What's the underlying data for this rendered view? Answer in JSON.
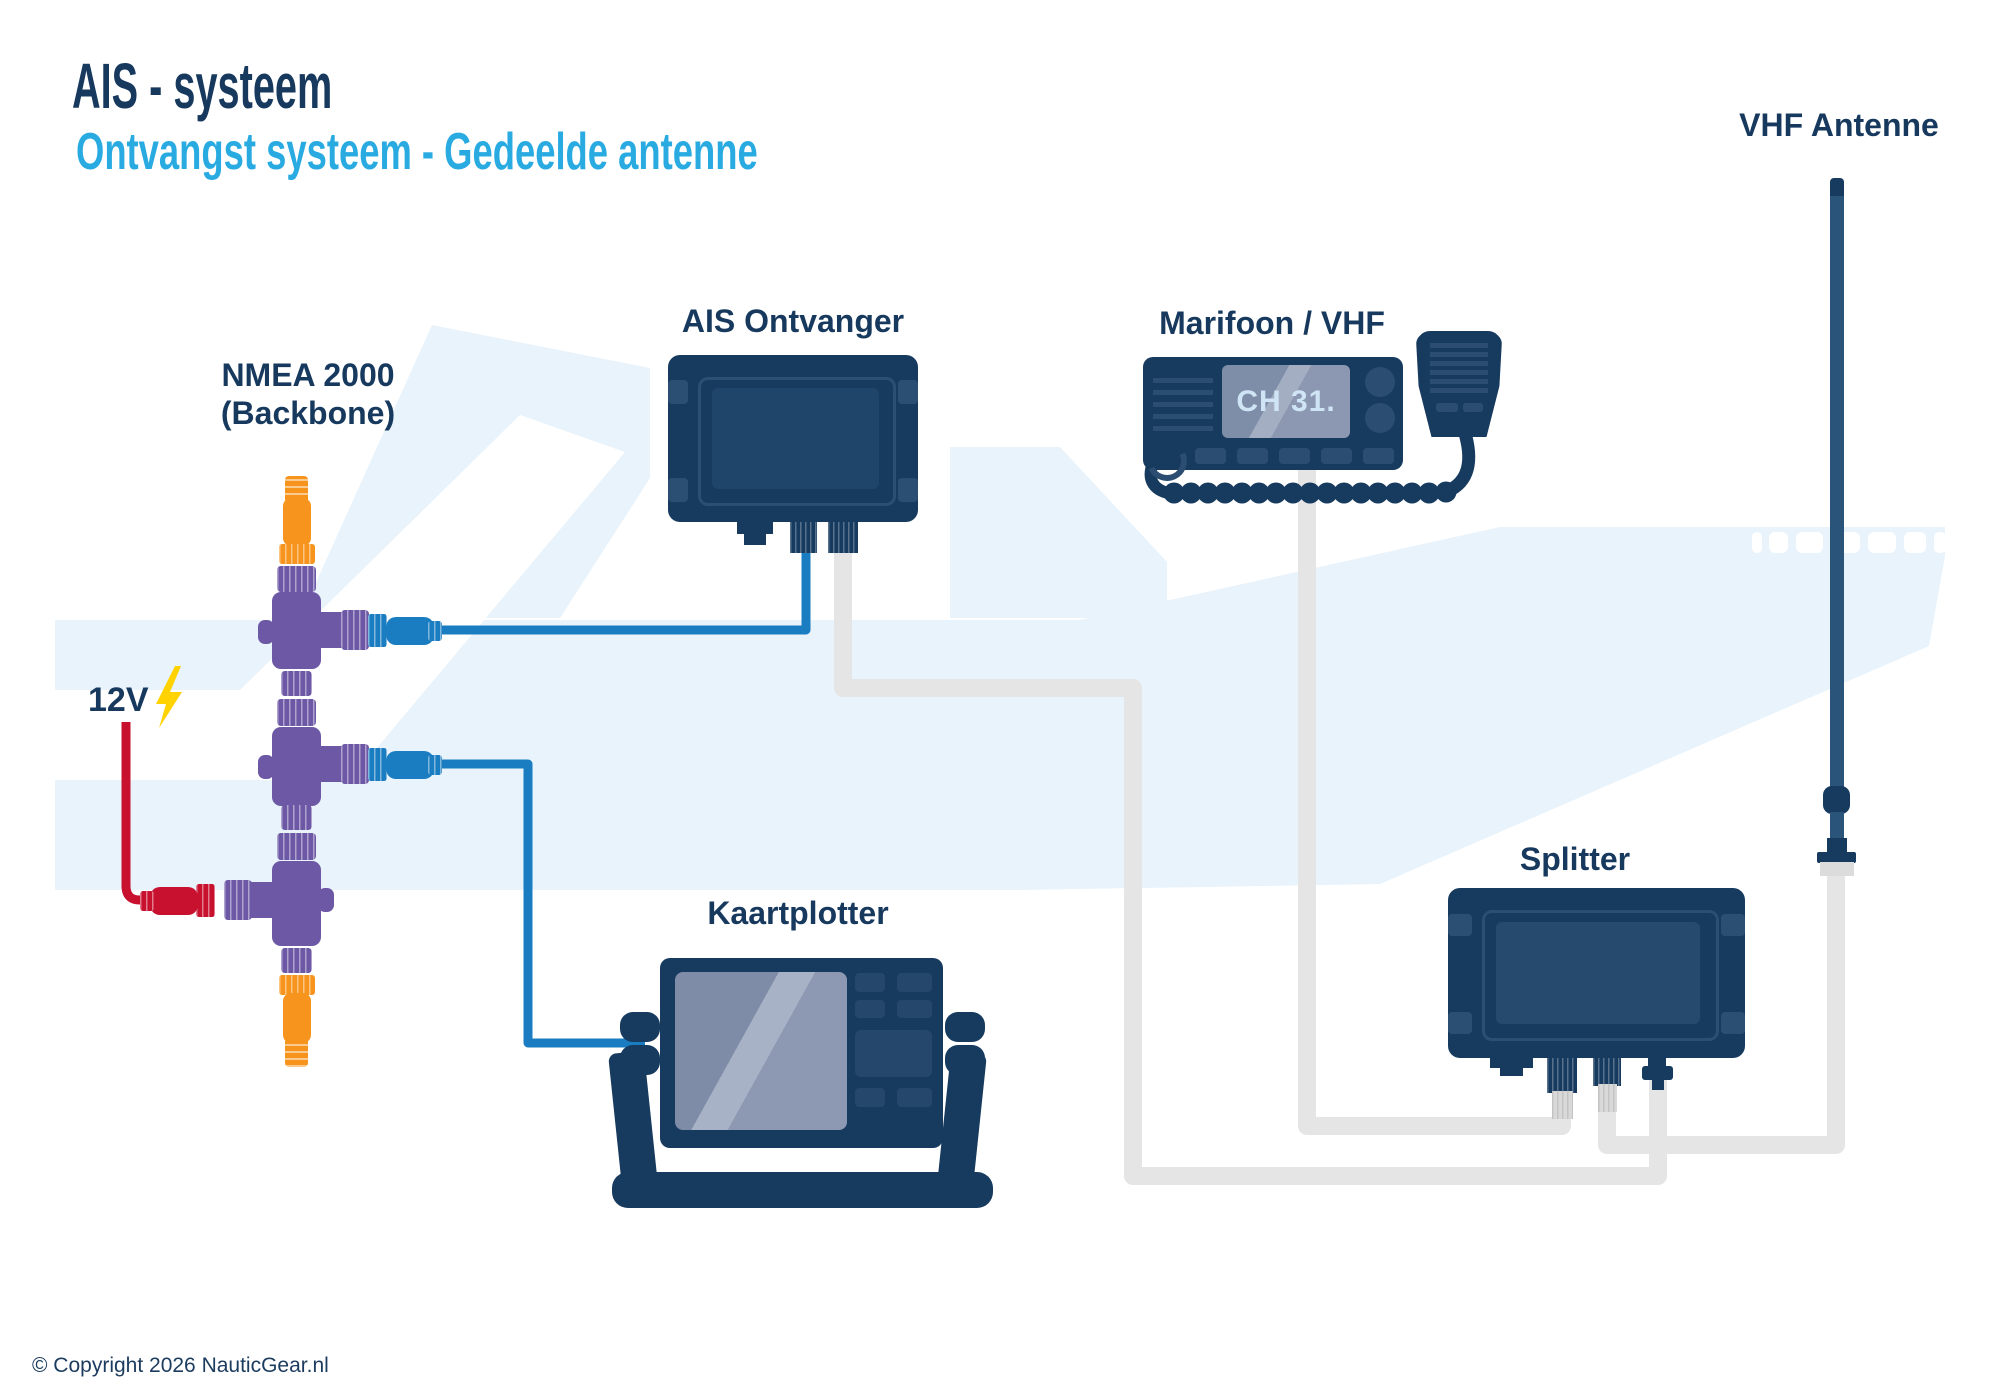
{
  "page": {
    "title": "AIS - systeem",
    "subtitle": "Ontvangst systeem - Gedeelde antenne",
    "copyright": "© Copyright 2026 NauticGear.nl"
  },
  "components": {
    "nmea_backbone": {
      "label_line1": "NMEA 2000",
      "label_line2": "(Backbone)"
    },
    "power": {
      "label": "12V",
      "icon": "lightning-bolt-icon"
    },
    "ais_receiver": {
      "label": "AIS Ontvanger"
    },
    "vhf_radio": {
      "label": "Marifoon / VHF",
      "channel_display": "CH 31."
    },
    "chartplotter": {
      "label": "Kaartplotter"
    },
    "splitter": {
      "label": "Splitter"
    },
    "vhf_antenna": {
      "label": "VHF Antenne"
    }
  },
  "colors": {
    "title_navy": "#17395e",
    "subtitle_blue": "#29abe2",
    "device_navy": "#173a5f",
    "panel_navy": "#2b4e73",
    "screen_navy": "#20456b",
    "nmea_purple": "#6c58a5",
    "terminator_orange": "#f7941e",
    "drop_cable_blue": "#1a7cc1",
    "power_red": "#c7112e",
    "bolt_yellow": "#ffd200",
    "coax_gray": "#e5e5e5",
    "boat_lightblue": "#e8f3fb",
    "display_gray": "#7e8ea9",
    "antenna_steel": "#2b547b"
  }
}
